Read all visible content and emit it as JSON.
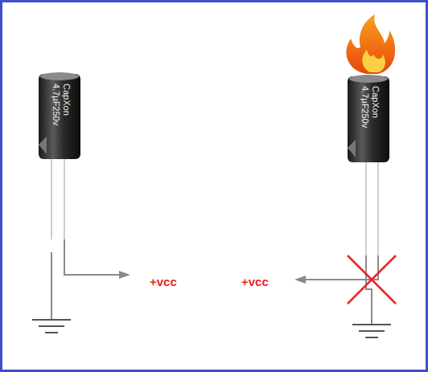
{
  "diagram": {
    "labels": [
      "CapXon",
      "4.7µF250v",
      "+vcc",
      "+vcc",
      "CapXon",
      "4.7µF250v"
    ]
  }
}
